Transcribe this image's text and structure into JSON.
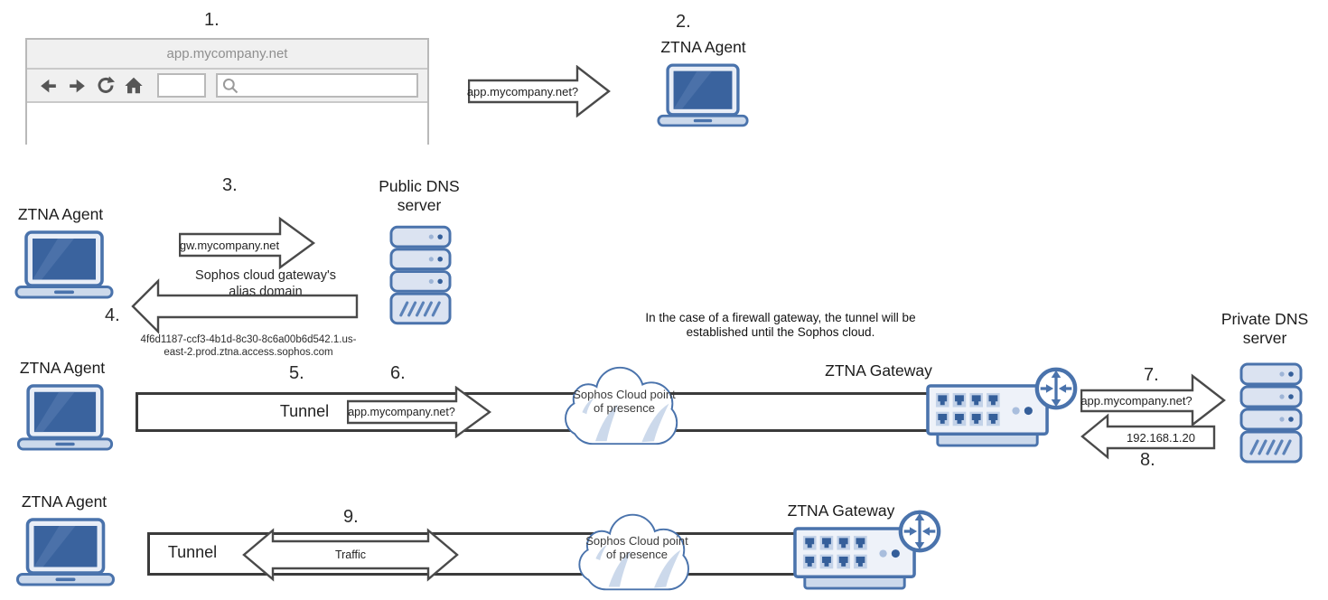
{
  "steps": {
    "n1": "1.",
    "n2": "2.",
    "n3": "3.",
    "n4": "4.",
    "n5": "5.",
    "n6": "6.",
    "n7": "7.",
    "n8": "8.",
    "n9": "9."
  },
  "browser": {
    "title": "app.mycompany.net"
  },
  "nodes": {
    "ztna_agent": "ZTNA Agent",
    "public_dns": "Public DNS server",
    "private_dns": "Private DNS server",
    "ztna_gateway": "ZTNA Gateway",
    "sophos_cloud_pop": "Sophos Cloud point of presence",
    "tunnel": "Tunnel"
  },
  "messages": {
    "app_query": "app.mycompany.net?",
    "gw_query": "gw.mycompany.net",
    "alias_caption": "Sophos cloud gateway's alias domain",
    "alias_domain": "4f6d1187-ccf3-4b1d-8c30-8c6a00b6d542.1.us-east-2.prod.ztna.access.sophos.com",
    "dns_answer": "192.168.1.20",
    "traffic": "Traffic"
  },
  "note": "In the case of a firewall gateway, the tunnel will be established until the Sophos cloud.",
  "colors": {
    "icon_blue": "#4a73ac",
    "icon_dark_blue": "#355f9a",
    "icon_light_blue": "#ccd9eb",
    "arrow_gray": "#4a4a4a"
  }
}
